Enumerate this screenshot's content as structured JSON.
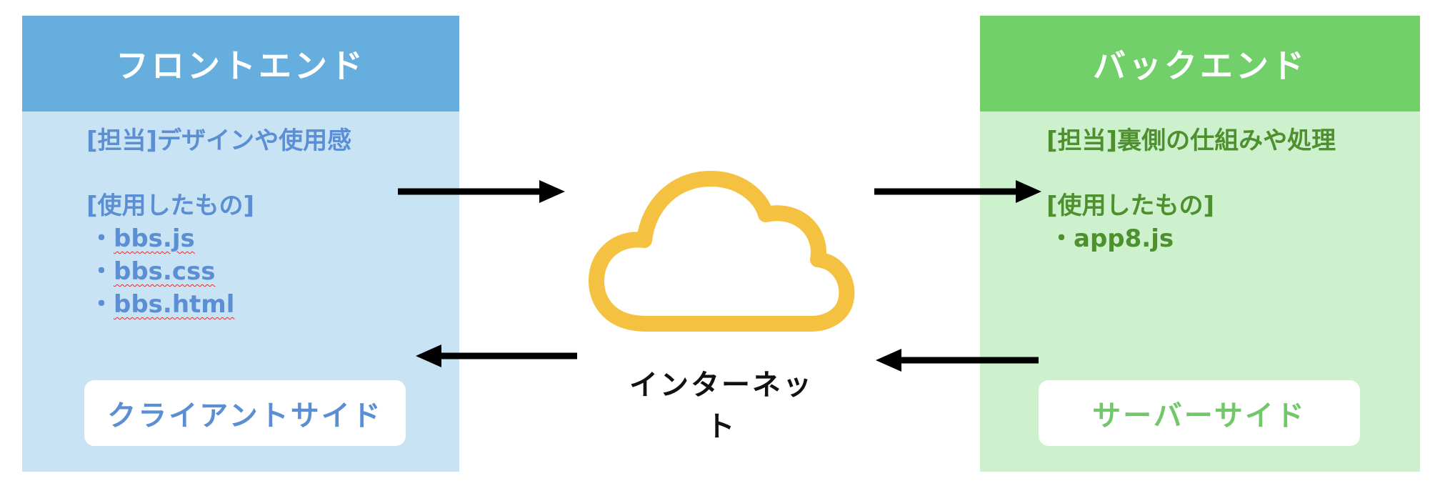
{
  "frontend": {
    "title": "フロントエンド",
    "role": "[担当]デザインや使用感",
    "used_heading": "[使用したもの]",
    "items": [
      "bbs.js",
      "bbs.css",
      "bbs.html"
    ],
    "bullet": "・",
    "side_label": "クライアントサイド",
    "header_color": "#66aedd",
    "panel_color": "#c8e3f3"
  },
  "backend": {
    "title": "バックエンド",
    "role": "[担当]裏側の仕組みや処理",
    "used_heading": "[使用したもの]",
    "items": [
      "app8.js"
    ],
    "bullet": "・",
    "side_label": "サーバーサイド",
    "header_color": "#72d06a",
    "panel_color": "#cdf0cd"
  },
  "center": {
    "label": "インターネット",
    "cloud_color": "#f5c141"
  }
}
